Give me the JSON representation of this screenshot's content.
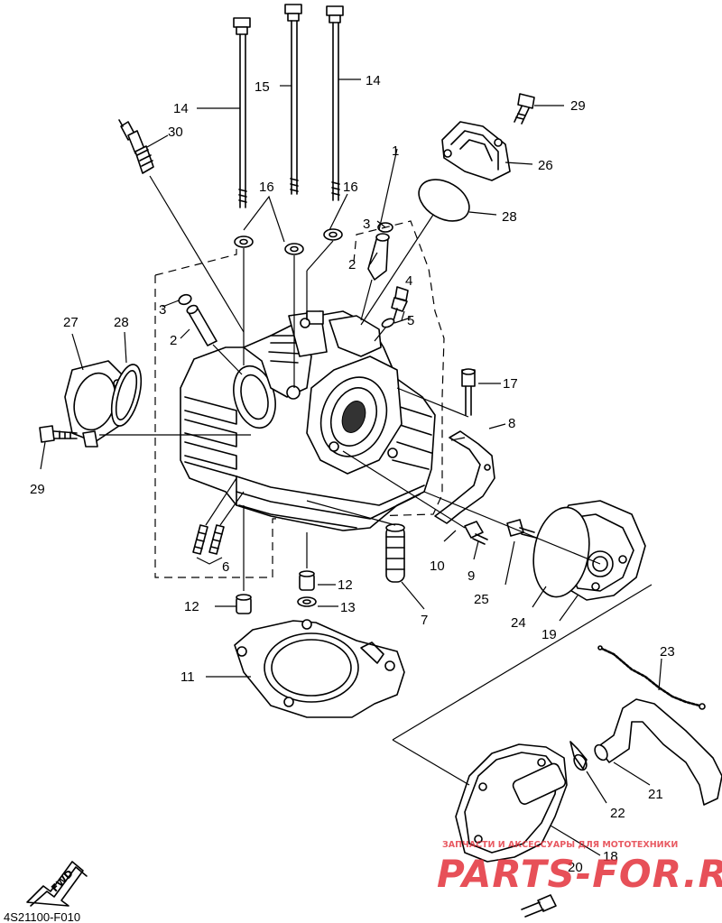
{
  "callouts": {
    "c1": "1",
    "c2a": "2",
    "c2b": "2",
    "c3a": "3",
    "c3b": "3",
    "c4": "4",
    "c5": "5",
    "c6": "6",
    "c7": "7",
    "c8": "8",
    "c9": "9",
    "c10": "10",
    "c11": "11",
    "c12a": "12",
    "c12b": "12",
    "c13": "13",
    "c14a": "14",
    "c14b": "14",
    "c15": "15",
    "c16a": "16",
    "c16b": "16",
    "c17": "17",
    "c18": "18",
    "c19": "19",
    "c20": "20",
    "c21": "21",
    "c22": "22",
    "c23": "23",
    "c24": "24",
    "c25": "25",
    "c26": "26",
    "c27": "27",
    "c28a": "28",
    "c28b": "28",
    "c29a": "29",
    "c29b": "29",
    "c30": "30"
  },
  "fwd_label": "FWD",
  "diagram_code": "4S21100-F010",
  "watermark": {
    "tagline": "ЗАПЧАСТИ И АКСЕССУАРЫ ДЛЯ МОТОТЕХНИКИ",
    "brand": "PARTS-FOR.RU",
    "color": "#e3323c"
  }
}
